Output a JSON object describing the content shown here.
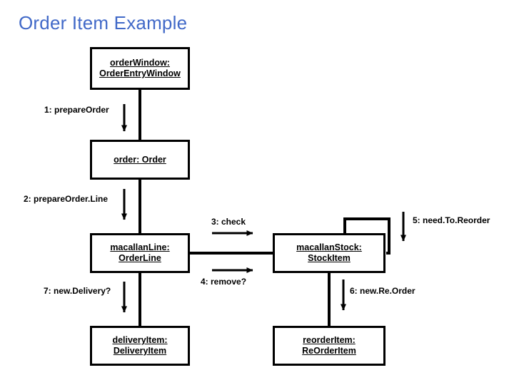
{
  "slide": {
    "title": "Order Item Example",
    "title_color": "#4169c8",
    "background_color": "#ffffff",
    "line_color": "#000000"
  },
  "objects": [
    {
      "id": "orderWindow",
      "name_line": "orderWindow:",
      "class_line": "OrderEntryWindow"
    },
    {
      "id": "order",
      "name_line": "order: Order",
      "class_line": ""
    },
    {
      "id": "macallanLine",
      "name_line": "macallanLine:",
      "class_line": "OrderLine"
    },
    {
      "id": "macallanStock",
      "name_line": "macallanStock:",
      "class_line": "StockItem"
    },
    {
      "id": "deliveryItem",
      "name_line": "deliveryItem:",
      "class_line": "DeliveryItem"
    },
    {
      "id": "reorderItem",
      "name_line": "reorderItem:",
      "class_line": "ReOrderItem"
    }
  ],
  "messages": [
    {
      "id": "m1",
      "label": "1: prepareOrder"
    },
    {
      "id": "m2",
      "label": "2: prepareOrder.Line"
    },
    {
      "id": "m3",
      "label": "3: check"
    },
    {
      "id": "m4",
      "label": "4: remove?"
    },
    {
      "id": "m5",
      "label": "5: need.To.Reorder"
    },
    {
      "id": "m6",
      "label": "6: new.Re.Order"
    },
    {
      "id": "m7",
      "label": "7: new.Delivery?"
    }
  ]
}
